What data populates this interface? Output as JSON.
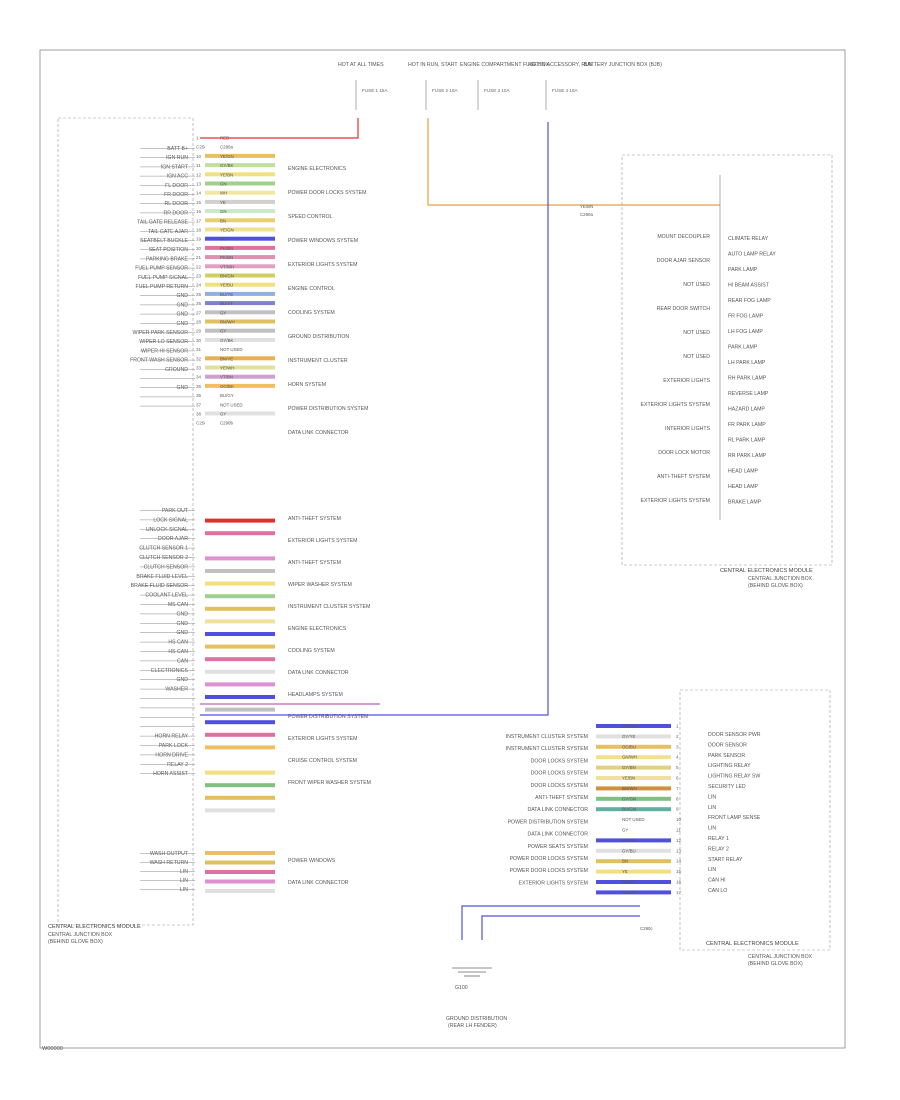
{
  "diagram": {
    "footer_id": "W00000",
    "top_sources": [
      {
        "label": "HOT AT ALL TIMES",
        "fuse": "FUSE 1 15A"
      },
      {
        "label": "HOT IN RUN, START",
        "fuse": "FUSE 2 10A"
      },
      {
        "label": "ENGINE COMPARTMENT FUSE BOX",
        "fuse": "FUSE 3 10A"
      },
      {
        "label": "HOT IN ACCESSORY, RUN",
        "fuse": "FUSE 4 10A"
      },
      {
        "label": "BATTERY JUNCTION BOX (BJB)",
        "fuse": ""
      }
    ],
    "left_module": {
      "title": "CENTRAL ELECTRONICS MODULE",
      "caption_lines": [
        "CENTRAL JUNCTION BOX",
        "(BEHIND GLOVE BOX)"
      ],
      "pins_top": [
        "BATT B+",
        "IGN RUN",
        "IGN START",
        "IGN ACC",
        "FL DOOR",
        "FR DOOR",
        "RL DOOR",
        "RR DOOR",
        "TAIL GATE RELEASE",
        "TAIL GATE AJAR",
        "SEATBELT BUCKLE",
        "SEAT POSITION",
        "PARKING BRAKE",
        "FUEL PUMP SENSOR",
        "FUEL PUMP SIGNAL",
        "FUEL PUMP RETURN",
        "GND",
        "GND",
        "GND",
        "GND",
        "WIPER PARK SENSOR",
        "WIPER LO SENSOR",
        "WIPER HI SENSOR",
        "FRONT WASH SENSOR",
        "GROUND",
        "",
        "GND",
        "",
        ""
      ],
      "pins_mid": [
        "PARK OUT",
        "LOCK SIGNAL",
        "UNLOCK SIGNAL",
        "DOOR AJAR",
        "CLUTCH SENSOR 1",
        "CLUTCH SENSOR 2",
        "CLUTCH SENSOR",
        "BRAKE FLUID LEVEL",
        "BRAKE FLUID SENSOR",
        "COOLANT LEVEL",
        "MS CAN",
        "GND",
        "GND",
        "GND",
        "HS CAN",
        "HS CAN",
        "CAN",
        "ELECTRONICS",
        "GND",
        "WASHER",
        "",
        "",
        "",
        "",
        "HORN RELAY",
        "PARK LOCK",
        "HORN DRIVE",
        "RELAY 2",
        "HORN ASSIST"
      ],
      "pins_bottom": [
        "WASH OUTPUT",
        "WASH RETURN",
        "LIN",
        "LIN",
        "LIN"
      ],
      "wires_top": [
        {
          "pin": "1",
          "color": "#e03030",
          "label": "RED"
        },
        {
          "pin": "C250",
          "color": "#ffffff",
          "label": "C290a"
        },
        {
          "pin": "10",
          "color": "#e8c060",
          "label": "YE/GN"
        },
        {
          "pin": "11",
          "color": "#c0e0a0",
          "label": "GY/BK"
        },
        {
          "pin": "12",
          "color": "#f0e080",
          "label": "YE/BN"
        },
        {
          "pin": "13",
          "color": "#a0d090",
          "label": "GN"
        },
        {
          "pin": "14",
          "color": "#f0e8a0",
          "label": "WH"
        },
        {
          "pin": "15",
          "color": "#d0d0d0",
          "label": "YE"
        },
        {
          "pin": "16",
          "color": "#c8e8c8",
          "label": "GN"
        },
        {
          "pin": "17",
          "color": "#e8d070",
          "label": "BN"
        },
        {
          "pin": "18",
          "color": "#f0e090",
          "label": "YE/GN"
        },
        {
          "pin": "19",
          "color": "#5050e0",
          "label": "BU"
        },
        {
          "pin": "20",
          "color": "#e070a0",
          "label": "PK/BN"
        },
        {
          "pin": "21",
          "color": "#e090b0",
          "label": "PK/BN"
        },
        {
          "pin": "22",
          "color": "#e0a0c0",
          "label": "VT/WH"
        },
        {
          "pin": "23",
          "color": "#d0d060",
          "label": "BN/GN"
        },
        {
          "pin": "24",
          "color": "#f0e080",
          "label": "YE/BU"
        },
        {
          "pin": "25",
          "color": "#90b0e0",
          "label": "BU/YE"
        },
        {
          "pin": "26",
          "color": "#8080d0",
          "label": "BU/VT"
        },
        {
          "pin": "27",
          "color": "#c0c0c0",
          "label": "GY"
        },
        {
          "pin": "28",
          "color": "#e0c060",
          "label": "BN/WH"
        },
        {
          "pin": "29",
          "color": "#c0c0c0",
          "label": "GY"
        },
        {
          "pin": "30",
          "color": "#e0e0e0",
          "label": "GY/BK"
        },
        {
          "pin": "31",
          "color": "#ffffff",
          "label": "NOT USED"
        },
        {
          "pin": "32",
          "color": "#e8b050",
          "label": "BN/YE"
        },
        {
          "pin": "33",
          "color": "#e0e0a0",
          "label": "YE/WH"
        },
        {
          "pin": "34",
          "color": "#d0a0d0",
          "label": "VT/BN"
        },
        {
          "pin": "35",
          "color": "#f0c060",
          "label": "OG/BK"
        },
        {
          "pin": "36",
          "color": "#ffffff",
          "label": "BU/GY"
        },
        {
          "pin": "37",
          "color": "#ffffff",
          "label": "NOT USED"
        },
        {
          "pin": "38",
          "color": "#e0e0e0",
          "label": "GY"
        },
        {
          "pin": "C250",
          "color": "#ffffff",
          "label": "C290b"
        }
      ],
      "systems_top": [
        "ENGINE ELECTRONICS",
        "POWER DOOR LOCKS SYSTEM",
        "SPEED CONTROL",
        "POWER WINDOWS SYSTEM",
        "EXTERIOR LIGHTS SYSTEM",
        "ENGINE CONTROL",
        "COOLING SYSTEM",
        "GROUND DISTRIBUTION",
        "INSTRUMENT CLUSTER",
        "HORN SYSTEM",
        "POWER DISTRIBUTION SYSTEM",
        "DATA LINK CONNECTOR"
      ],
      "systems_mid": [
        "ANTI-THEFT SYSTEM",
        "EXTERIOR LIGHTS SYSTEM",
        "ANTI-THEFT SYSTEM",
        "WIPER WASHER SYSTEM",
        "INSTRUMENT CLUSTER SYSTEM",
        "ENGINE ELECTRONICS",
        "COOLING SYSTEM",
        "DATA LINK CONNECTOR",
        "HEADLAMPS SYSTEM",
        "POWER DISTRIBUTION SYSTEM",
        "EXTERIOR LIGHTS SYSTEM",
        "CRUISE CONTROL SYSTEM",
        "FRONT WIPER WASHER SYSTEM"
      ],
      "systems_bottom": [
        "POWER WINDOWS",
        "DATA LINK CONNECTOR"
      ]
    },
    "right_upper_module": {
      "title": "CENTRAL ELECTRONICS MODULE",
      "caption_lines": [
        "CENTRAL JUNCTION BOX",
        "(BEHIND GLOVE BOX)"
      ],
      "wire_label": "YE/BN",
      "connector": "C290a",
      "left_items": [
        "MOUNT DECOUPLER",
        "DOOR AJAR SENSOR",
        "NOT USED",
        "REAR DOOR SWITCH",
        "NOT USED",
        "NOT USED",
        "EXTERIOR LIGHTS",
        "EXTERIOR LIGHTS SYSTEM",
        "INTERIOR LIGHTS",
        "DOOR LOCK MOTOR",
        "ANTI-THEFT SYSTEM",
        "EXTERIOR LIGHTS SYSTEM"
      ],
      "right_items": [
        "CLIMATE RELAY",
        "AUTO LAMP RELAY",
        "PARK LAMP",
        "HI BEAM ASSIST",
        "REAR FOG LAMP",
        "FR FOG LAMP",
        "LH FOG LAMP",
        "PARK LAMP",
        "LH PARK LAMP",
        "RH PARK LAMP",
        "REVERSE LAMP",
        "HAZARD LAMP",
        "FR PARK LAMP",
        "RL PARK LAMP",
        "RR PARK LAMP",
        "HEAD LAMP",
        "HEAD LAMP",
        "BRAKE LAMP"
      ]
    },
    "right_lower_module": {
      "title": "CENTRAL ELECTRONICS MODULE",
      "caption_lines": [
        "CENTRAL JUNCTION BOX",
        "(BEHIND GLOVE BOX)"
      ],
      "connector": "C290c",
      "systems": [
        "INSTRUMENT CLUSTER SYSTEM",
        "INSTRUMENT CLUSTER SYSTEM",
        "DOOR LOCKS SYSTEM",
        "DOOR LOCKS SYSTEM",
        "DOOR LOCKS SYSTEM",
        "ANTI-THEFT SYSTEM",
        "DATA LINK CONNECTOR",
        "POWER DISTRIBUTION SYSTEM",
        "DATA LINK CONNECTOR",
        "POWER SEATS SYSTEM",
        "POWER DOOR LOCKS SYSTEM",
        "POWER DOOR LOCKS SYSTEM",
        "EXTERIOR LIGHTS SYSTEM"
      ],
      "wires": [
        {
          "pin": "1",
          "color": "#5050e0",
          "label": "BU/WH"
        },
        {
          "pin": "2",
          "color": "#e0e0e0",
          "label": "GY/YE"
        },
        {
          "pin": "3",
          "color": "#e8c060",
          "label": "OG/BU"
        },
        {
          "pin": "4",
          "color": "#f0e090",
          "label": "GN/WH"
        },
        {
          "pin": "5",
          "color": "#e0d080",
          "label": "GY/BN"
        },
        {
          "pin": "6",
          "color": "#f0e0a0",
          "label": "YE/BN"
        },
        {
          "pin": "7",
          "color": "#d09040",
          "label": "BN/WH"
        },
        {
          "pin": "8",
          "color": "#80c080",
          "label": "GY/GN"
        },
        {
          "pin": "9",
          "color": "#60b0a0",
          "label": "BU/GN"
        },
        {
          "pin": "10",
          "color": "#ffffff",
          "label": "NOT USED"
        },
        {
          "pin": "11",
          "color": "#ffffff",
          "label": "GY"
        },
        {
          "pin": "12",
          "color": "#5050e0",
          "label": "BU/YE"
        },
        {
          "pin": "13",
          "color": "#e0e0e0",
          "label": "GY/BU"
        },
        {
          "pin": "14",
          "color": "#e0c060",
          "label": "BN"
        },
        {
          "pin": "15",
          "color": "#f0e080",
          "label": "YE"
        },
        {
          "pin": "16",
          "color": "#5050e0",
          "label": "BU/GY"
        },
        {
          "pin": "17",
          "color": "#5050e0",
          "label": "BU/WH"
        }
      ],
      "pins": [
        "DOOR SENSOR PWR",
        "DOOR SENSOR",
        "PARK SENSOR",
        "LIGHTING RELAY",
        "LIGHTING RELAY SW",
        "SECURITY LED",
        "LIN",
        "LIN",
        "FRONT LAMP SENSE",
        "LIN",
        "RELAY 1",
        "RELAY 2",
        "START RELAY",
        "LIN",
        "CAN HI",
        "CAN LO",
        ""
      ]
    },
    "ground": {
      "label": "G100",
      "caption_lines": [
        "GROUND DISTRIBUTION",
        "(REAR LH FENDER)"
      ]
    }
  }
}
